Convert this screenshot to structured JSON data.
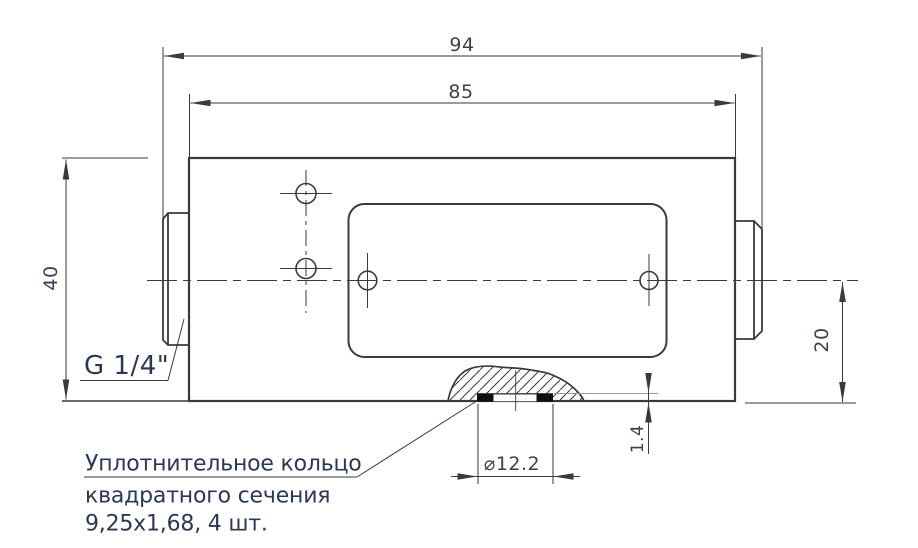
{
  "drawing": {
    "dims": {
      "overall_width": "94",
      "body_width": "85",
      "total_height": "40",
      "port_center_height": "20",
      "seal_depth": "1.4",
      "seal_bore": "⌀12.2"
    },
    "thread_label": "G 1/4\"",
    "seal_note": {
      "line1": "Уплотнительное кольцо",
      "line2": "квадратного сечения",
      "line3": "9,25х1,68, 4 шт."
    },
    "colors": {
      "line": "#3a3a3a",
      "dim_text": "#3a414e",
      "callout_text": "#2b3852",
      "seal_fill": "#101010",
      "light_extension": "#9a9a9a",
      "background": "#ffffff"
    }
  }
}
